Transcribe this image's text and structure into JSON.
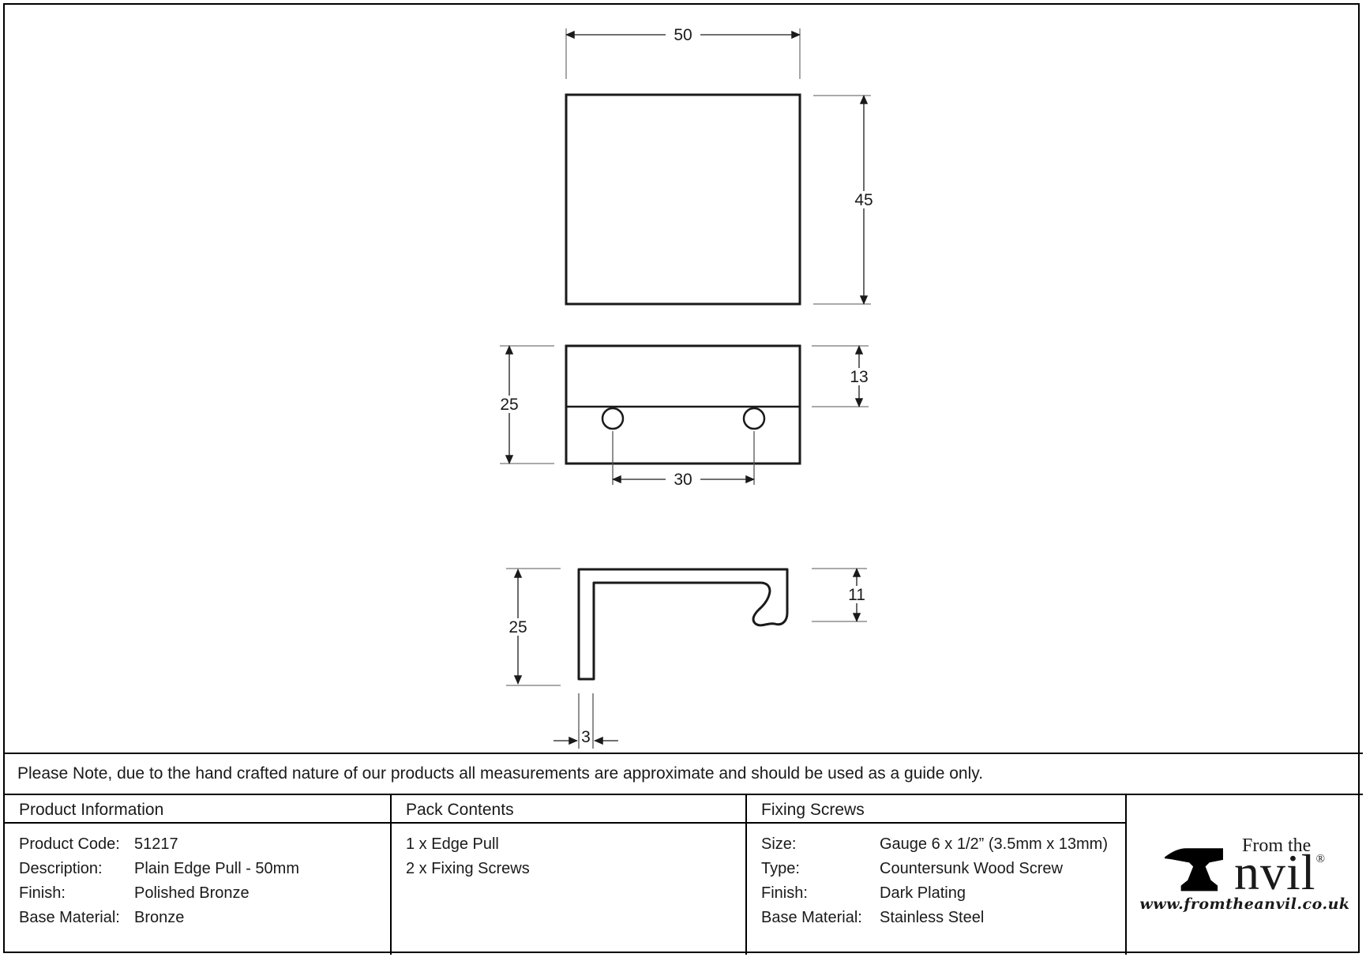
{
  "drawing": {
    "dimensions": {
      "front_width": "50",
      "front_height": "45",
      "side_height": "25",
      "side_top_depth": "13",
      "hole_spacing": "30",
      "profile_height": "25",
      "profile_lip": "11",
      "profile_thickness": "3"
    }
  },
  "note": "Please Note, due to the hand crafted nature of our products all measurements are approximate and should be used as a guide only.",
  "product_info": {
    "header": "Product Information",
    "rows": [
      {
        "label": "Product Code:",
        "value": "51217"
      },
      {
        "label": "Description:",
        "value": "Plain Edge Pull - 50mm"
      },
      {
        "label": "Finish:",
        "value": "Polished Bronze"
      },
      {
        "label": "Base Material:",
        "value": "Bronze"
      }
    ]
  },
  "pack_contents": {
    "header": "Pack Contents",
    "items": [
      "1 x Edge Pull",
      "2 x Fixing Screws"
    ]
  },
  "fixing_screws": {
    "header": "Fixing Screws",
    "rows": [
      {
        "label": "Size:",
        "value": "Gauge 6 x 1/2” (3.5mm x 13mm)"
      },
      {
        "label": "Type:",
        "value": "Countersunk Wood Screw"
      },
      {
        "label": "Finish:",
        "value": "Dark Plating"
      },
      {
        "label": "Base Material:",
        "value": "Stainless Steel"
      }
    ]
  },
  "logo": {
    "tagline": "From the",
    "brand": "Anvil",
    "brand_suffix": "nvil",
    "registered": "®",
    "website": "www.fromtheanvil.co.uk"
  }
}
